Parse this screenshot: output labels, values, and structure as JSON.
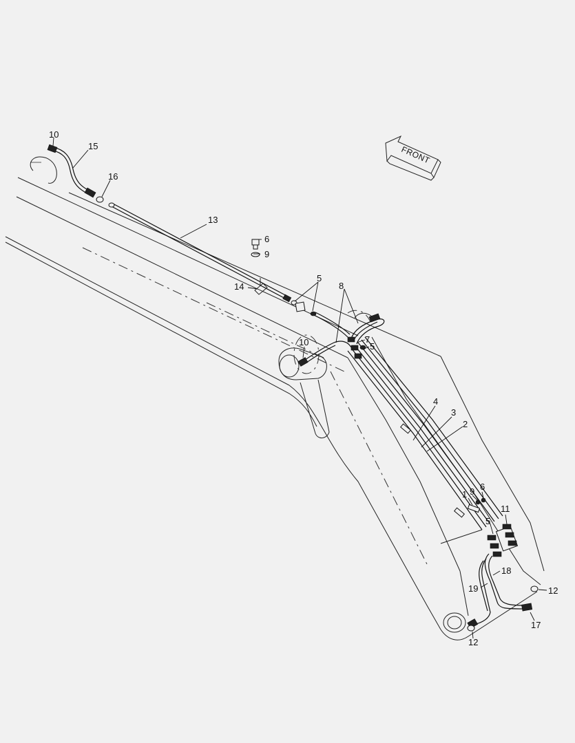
{
  "direction_arrow": {
    "label": "FRONT"
  },
  "callouts": [
    {
      "id": "c10a",
      "text": "10"
    },
    {
      "id": "c15",
      "text": "15"
    },
    {
      "id": "c16",
      "text": "16"
    },
    {
      "id": "c13",
      "text": "13"
    },
    {
      "id": "c6a",
      "text": "6"
    },
    {
      "id": "c9a",
      "text": "9"
    },
    {
      "id": "c14",
      "text": "14"
    },
    {
      "id": "c5a",
      "text": "5"
    },
    {
      "id": "c8",
      "text": "8"
    },
    {
      "id": "c7",
      "text": "7"
    },
    {
      "id": "c5b",
      "text": "5"
    },
    {
      "id": "c10b",
      "text": "10"
    },
    {
      "id": "c4",
      "text": "4"
    },
    {
      "id": "c3",
      "text": "3"
    },
    {
      "id": "c2",
      "text": "2"
    },
    {
      "id": "c1",
      "text": "1"
    },
    {
      "id": "c9b",
      "text": "9"
    },
    {
      "id": "c6b",
      "text": "6"
    },
    {
      "id": "c11",
      "text": "11"
    },
    {
      "id": "c5c",
      "text": "5"
    },
    {
      "id": "c18",
      "text": "18"
    },
    {
      "id": "c19",
      "text": "19"
    },
    {
      "id": "c12a",
      "text": "12"
    },
    {
      "id": "c17",
      "text": "17"
    },
    {
      "id": "c12b",
      "text": "12"
    }
  ]
}
